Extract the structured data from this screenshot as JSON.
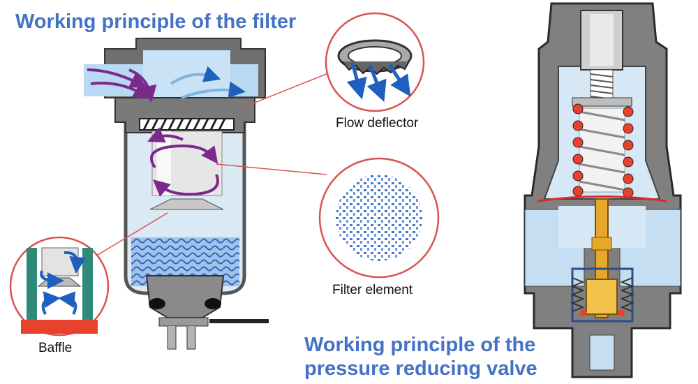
{
  "titles": {
    "filter": "Working principle of the filter",
    "valve_line1": "Working principle of the",
    "valve_line2": "pressure reducing valve"
  },
  "callouts": {
    "flow_deflector": "Flow deflector",
    "filter_element": "Filter element",
    "baffle": "Baffle"
  },
  "colors": {
    "title": "#4472c4",
    "flow_arrow": "#7b2a8c",
    "water": "#9ec4e8",
    "callout_ring": "#d9534f",
    "spring_ball": "#e8412e",
    "valve_stem": "#e6a82a"
  }
}
